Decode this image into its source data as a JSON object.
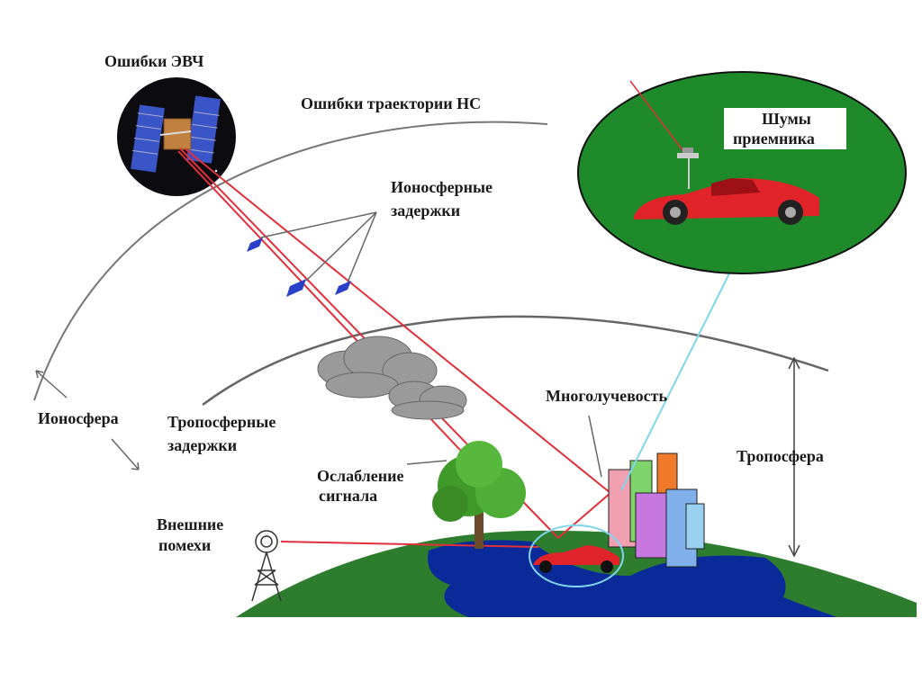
{
  "labels": {
    "evch_errors": "Ошибки ЭВЧ",
    "trajectory_errors": "Ошибки траектории НС",
    "iono_delays_1": "Ионосферные",
    "iono_delays_2": "задержки",
    "receiver_noise_1": "Шумы",
    "receiver_noise_2": "приемника",
    "ionosphere": "Ионосфера",
    "tropo_delays_1": "Тропосферные",
    "tropo_delays_2": "задержки",
    "multipath": "Многолучевость",
    "troposphere": "Тропосфера",
    "attenuation_1": "Ослабление",
    "attenuation_2": "сигнала",
    "external_1": "Внешние",
    "external_2": "помехи"
  },
  "colors": {
    "signal": "#e0303a",
    "earth": "#2e7d2e",
    "water": "#0a2a9a",
    "inset_bg": "#1f8a2a",
    "car": "#e0242a",
    "beam": "#7fd6ee"
  }
}
